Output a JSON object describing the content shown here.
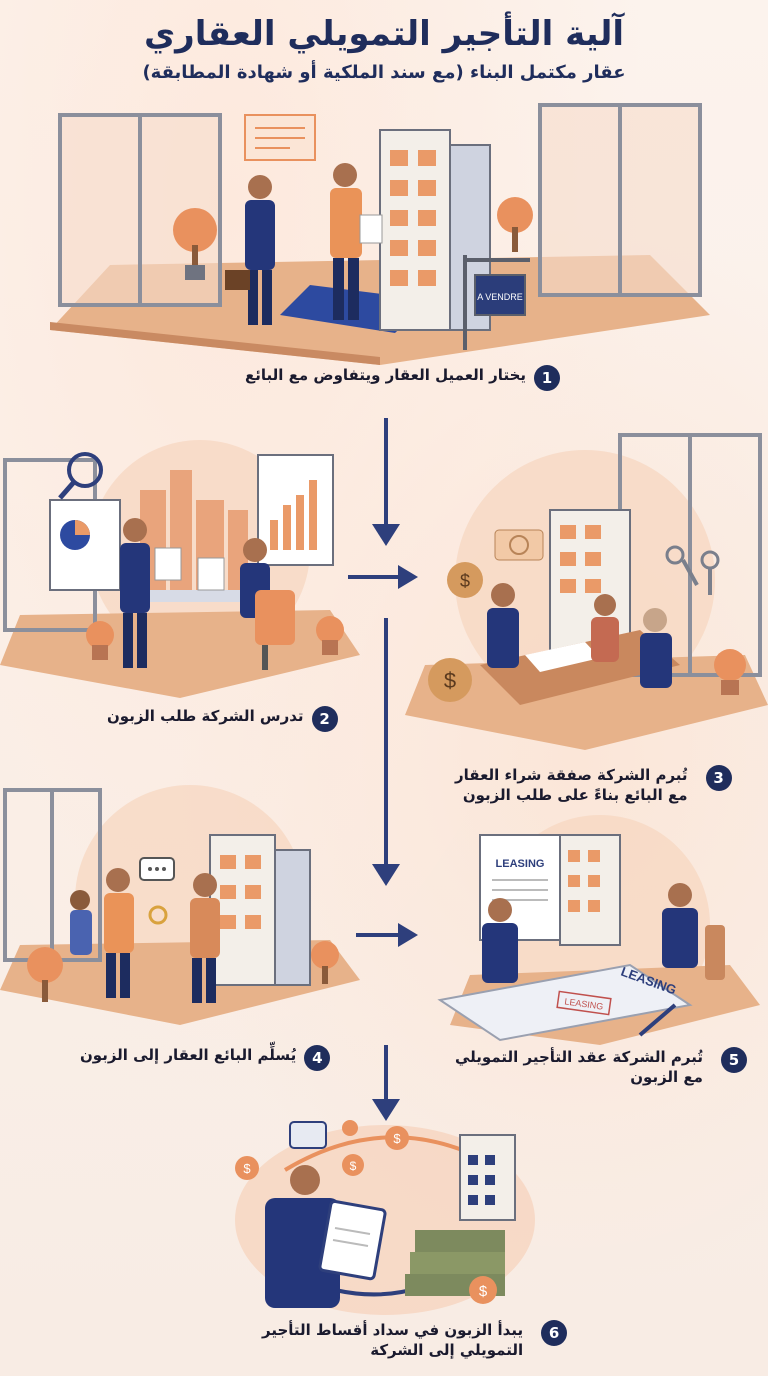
{
  "header": {
    "title": "آلية التأجير التمويلي العقاري",
    "subtitle": "عقار مكتمل البناء (مع سند الملكية أو شهادة المطابقة)"
  },
  "steps": [
    {
      "number": "1",
      "text": "يختار العميل العقار ويتفاوض مع البائع"
    },
    {
      "number": "2",
      "text": "تدرس الشركة طلب الزبون"
    },
    {
      "number": "3",
      "line1": "تُبرم الشركة صفقة شراء العقار",
      "line2": "مع البائع بناءً على طلب الزبون"
    },
    {
      "number": "4",
      "text": "يُسلِّم البائع العقار إلى الزبون"
    },
    {
      "number": "5",
      "line1": "تُبرم الشركة عقد التأجير التمويلي",
      "line2": "مع الزبون"
    },
    {
      "number": "6",
      "line1": "يبدأ الزبون في سداد أقساط التأجير",
      "line2": "التمويلي إلى الشركة"
    }
  ],
  "illustration_labels": {
    "sale_sign": "A VENDRE",
    "leasing_doc": "LEASING",
    "leasing_sheet": "LEASING",
    "leasing_stamp": "LEASING"
  },
  "colors": {
    "navy": "#1f2d5c",
    "accent": "#e9915e",
    "floor": "#e8b48c",
    "background": "#fbf1ea"
  }
}
